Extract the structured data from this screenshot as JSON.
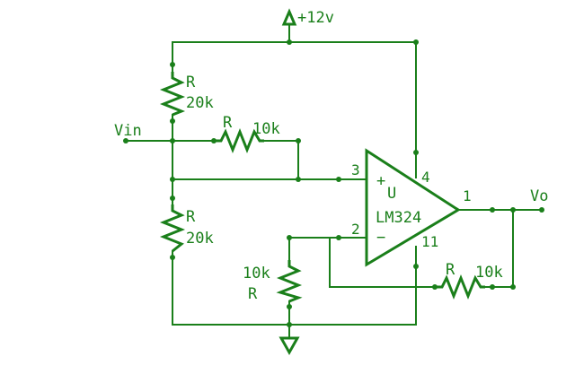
{
  "power": {
    "label": "+12v"
  },
  "input": {
    "label": "Vin"
  },
  "output": {
    "label": "Vo"
  },
  "opamp": {
    "designator": "U",
    "part": "LM324",
    "plus_sign": "+",
    "minus_sign": "−",
    "pin_noninv": "3",
    "pin_inv": "2",
    "pin_out": "1",
    "pin_vcc": "4",
    "pin_gnd": "11"
  },
  "resistors": [
    {
      "ref": "R",
      "value": "20k"
    },
    {
      "ref": "R",
      "value": "10k"
    },
    {
      "ref": "R",
      "value": "20k"
    },
    {
      "ref": "R",
      "value": "10k"
    },
    {
      "ref": "R",
      "value": "10k"
    }
  ]
}
